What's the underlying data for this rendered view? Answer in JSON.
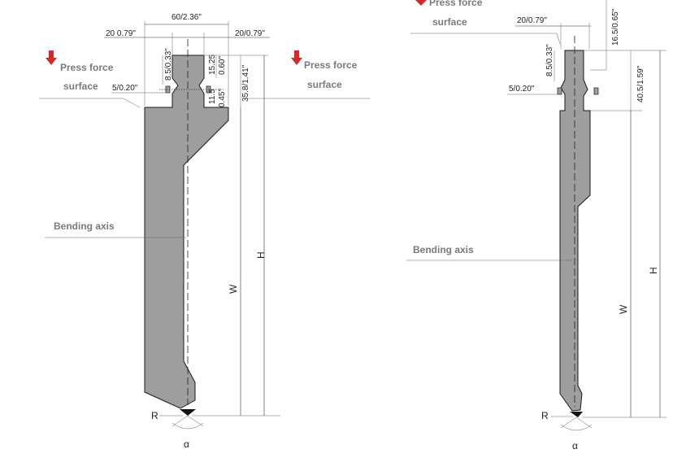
{
  "colors": {
    "tool_fill": "#9e9e9e",
    "outline": "#1a1a1a",
    "press_arrow": "#d6282b",
    "label_gray": "#7a7a7a"
  },
  "left": {
    "top_width": "60/2.36\"",
    "left_width": "20 0.79\"",
    "right_width": "20/0.79\"",
    "tang_depth": "8.5/0.33\"",
    "neck_height_mm": "15.25",
    "neck_height_in": "0.60\"",
    "shoulder_offset": "5/0.20\"",
    "lower_mm": "11.5",
    "lower_in": "0.45\"",
    "shoulder_height": "35.8/1.41\"",
    "press_force_left": "Press force",
    "surface_left": "surface",
    "press_force_right": "Press force",
    "surface_right": "surface",
    "bending_axis": "Bending axis",
    "W": "W",
    "H": "H",
    "R": "R",
    "alpha": "α"
  },
  "right": {
    "press_force": "Press force",
    "surface": "surface",
    "top_width": "20/0.79\"",
    "tang_depth": "8.5/0.33\"",
    "top_height": "16.5/0.65\"",
    "shoulder_offset": "5/0.20\"",
    "shoulder_height": "40.5/1.59\"",
    "bending_axis": "Bending axis",
    "W": "W",
    "H": "H",
    "R": "R",
    "alpha": "α"
  }
}
